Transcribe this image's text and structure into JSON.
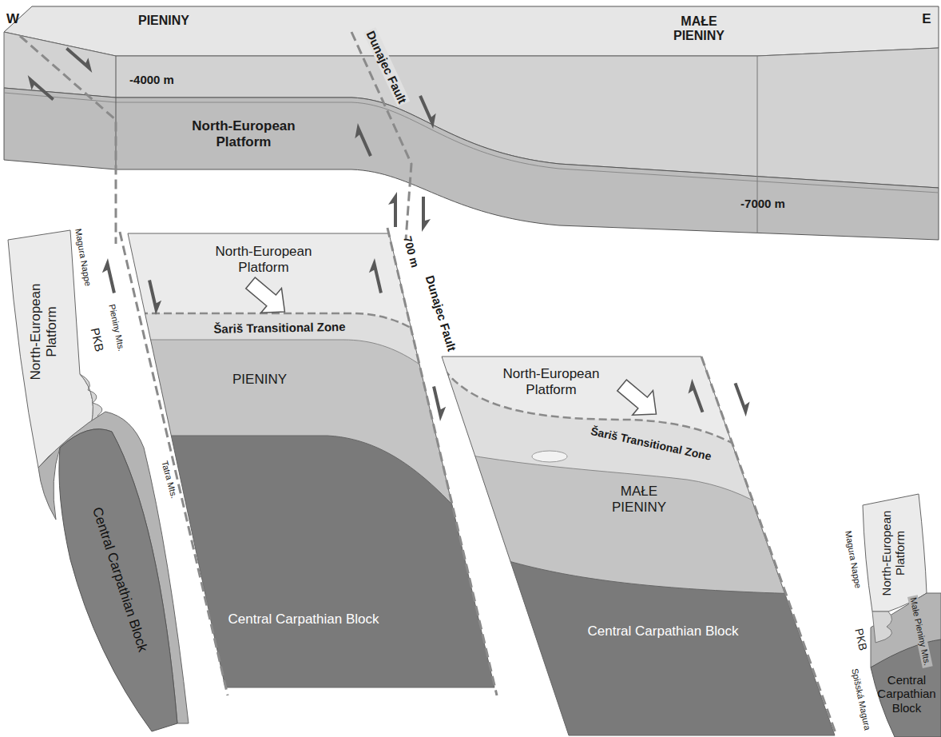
{
  "diagram": {
    "labels": [
      "W",
      "PIENINY",
      "MAŁE PIENINY",
      "E",
      "Dunajec Fault",
      "-4000 m",
      "North-European Platform",
      "-7000 m",
      "North-European Platform",
      "Magura Nappe",
      "Pieniny Mts.",
      "PKB",
      "Central Carpathian Block",
      "Tatra Mts.",
      "North-European Platform",
      "700 m",
      "Šariš Transitional Zone",
      "PIENINY",
      "Dunajec Fault",
      "Central Carpathian Block",
      "North-European Platform",
      "Šariš Transitional Zone",
      "MAŁE PIENINY",
      "Central Carpathian Block",
      "North-European Platform",
      "Magura Nappe",
      "PKB",
      "Małe Pieniny Mts.",
      "Central Carpathian Block",
      "Spišská Magura"
    ]
  }
}
